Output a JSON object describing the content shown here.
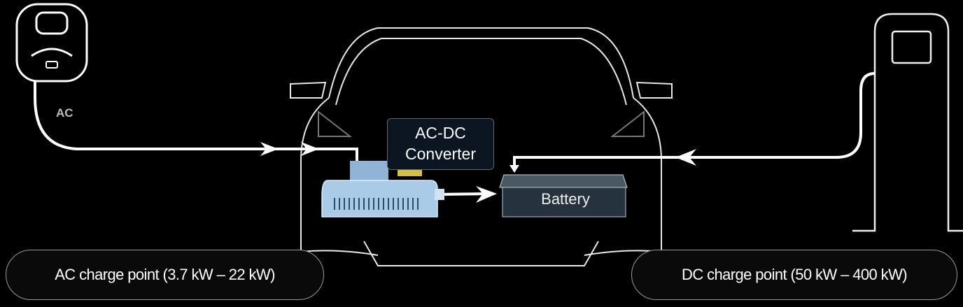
{
  "labels": {
    "ac_tag": "AC",
    "converter": "AC-DC\nConverter",
    "converter_line1": "AC-DC",
    "converter_line2": "Converter",
    "battery": "Battery",
    "ac_charge_point": "AC charge point (3.7 kW – 22 kW)",
    "dc_charge_point": "DC charge point (50 kW – 400 kW)"
  },
  "colors": {
    "background": "#000000",
    "outline": "#ffffff",
    "converter": "#a9cbe8",
    "battery": "#2a3540"
  },
  "icons": [
    "ac-wallbox-icon",
    "dc-charger-icon",
    "car-outline",
    "converter-icon",
    "battery-icon",
    "arrow-icon"
  ]
}
